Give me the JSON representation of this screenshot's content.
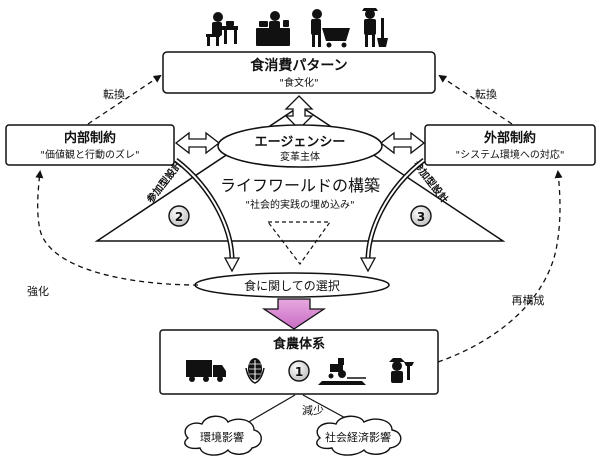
{
  "top_box": {
    "title": "食消費パターン",
    "subtitle": "\"食文化\""
  },
  "left_box": {
    "title": "内部制約",
    "subtitle": "\"価値観と行動のズレ\""
  },
  "right_box": {
    "title": "外部制約",
    "subtitle": "\"システム環境への対応\""
  },
  "agency": {
    "title": "エージェンシー",
    "subtitle": "変革主体"
  },
  "lifeworld": {
    "title": "ライフワールドの構築",
    "subtitle": "\"社会的実践の埋め込み\""
  },
  "participatory_left": "参加型設計",
  "participatory_right": "参加型設計",
  "badges": [
    "2",
    "3",
    "1"
  ],
  "conversion_left": "転換",
  "conversion_right": "転換",
  "choice": "食に関しての選択",
  "reinforce": "強化",
  "reconstruct": "再構成",
  "food_system": {
    "title": "食農体系"
  },
  "reduce": "減少",
  "impacts": [
    "環境影響",
    "社会経済影響"
  ],
  "icons": [
    "person-at-table-icon",
    "person-cooking-icon",
    "person-shopping-cart-icon",
    "person-gardening-icon",
    "truck-icon",
    "grain-icon",
    "tractor-field-icon",
    "farmer-icon"
  ]
}
